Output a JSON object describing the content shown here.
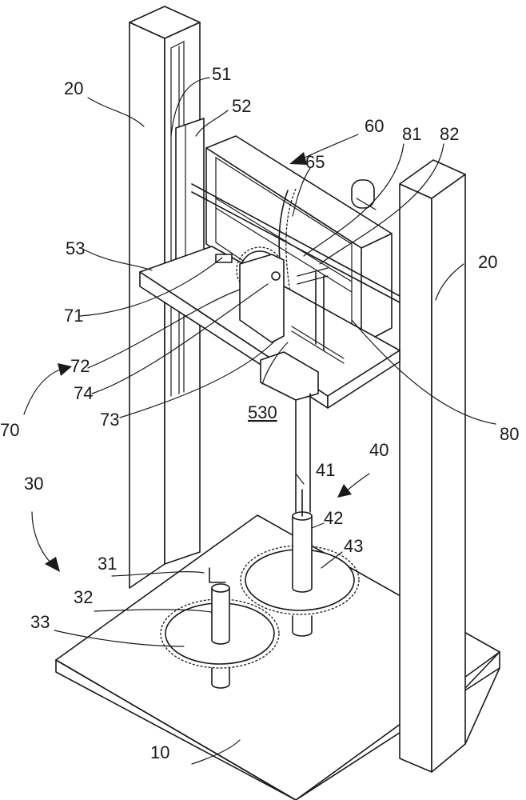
{
  "figure": {
    "labels": {
      "l20a": "20",
      "l20b": "20",
      "l51": "51",
      "l52": "52",
      "l53": "53",
      "l60": "60",
      "l65": "65",
      "l81": "81",
      "l82": "82",
      "l71": "71",
      "l72": "72",
      "l74": "74",
      "l73": "73",
      "l530": "530",
      "l80": "80",
      "l70": "70",
      "l30": "30",
      "l40": "40",
      "l41": "41",
      "l42": "42",
      "l43": "43",
      "l31": "31",
      "l32": "32",
      "l33": "33",
      "l10": "10"
    }
  }
}
